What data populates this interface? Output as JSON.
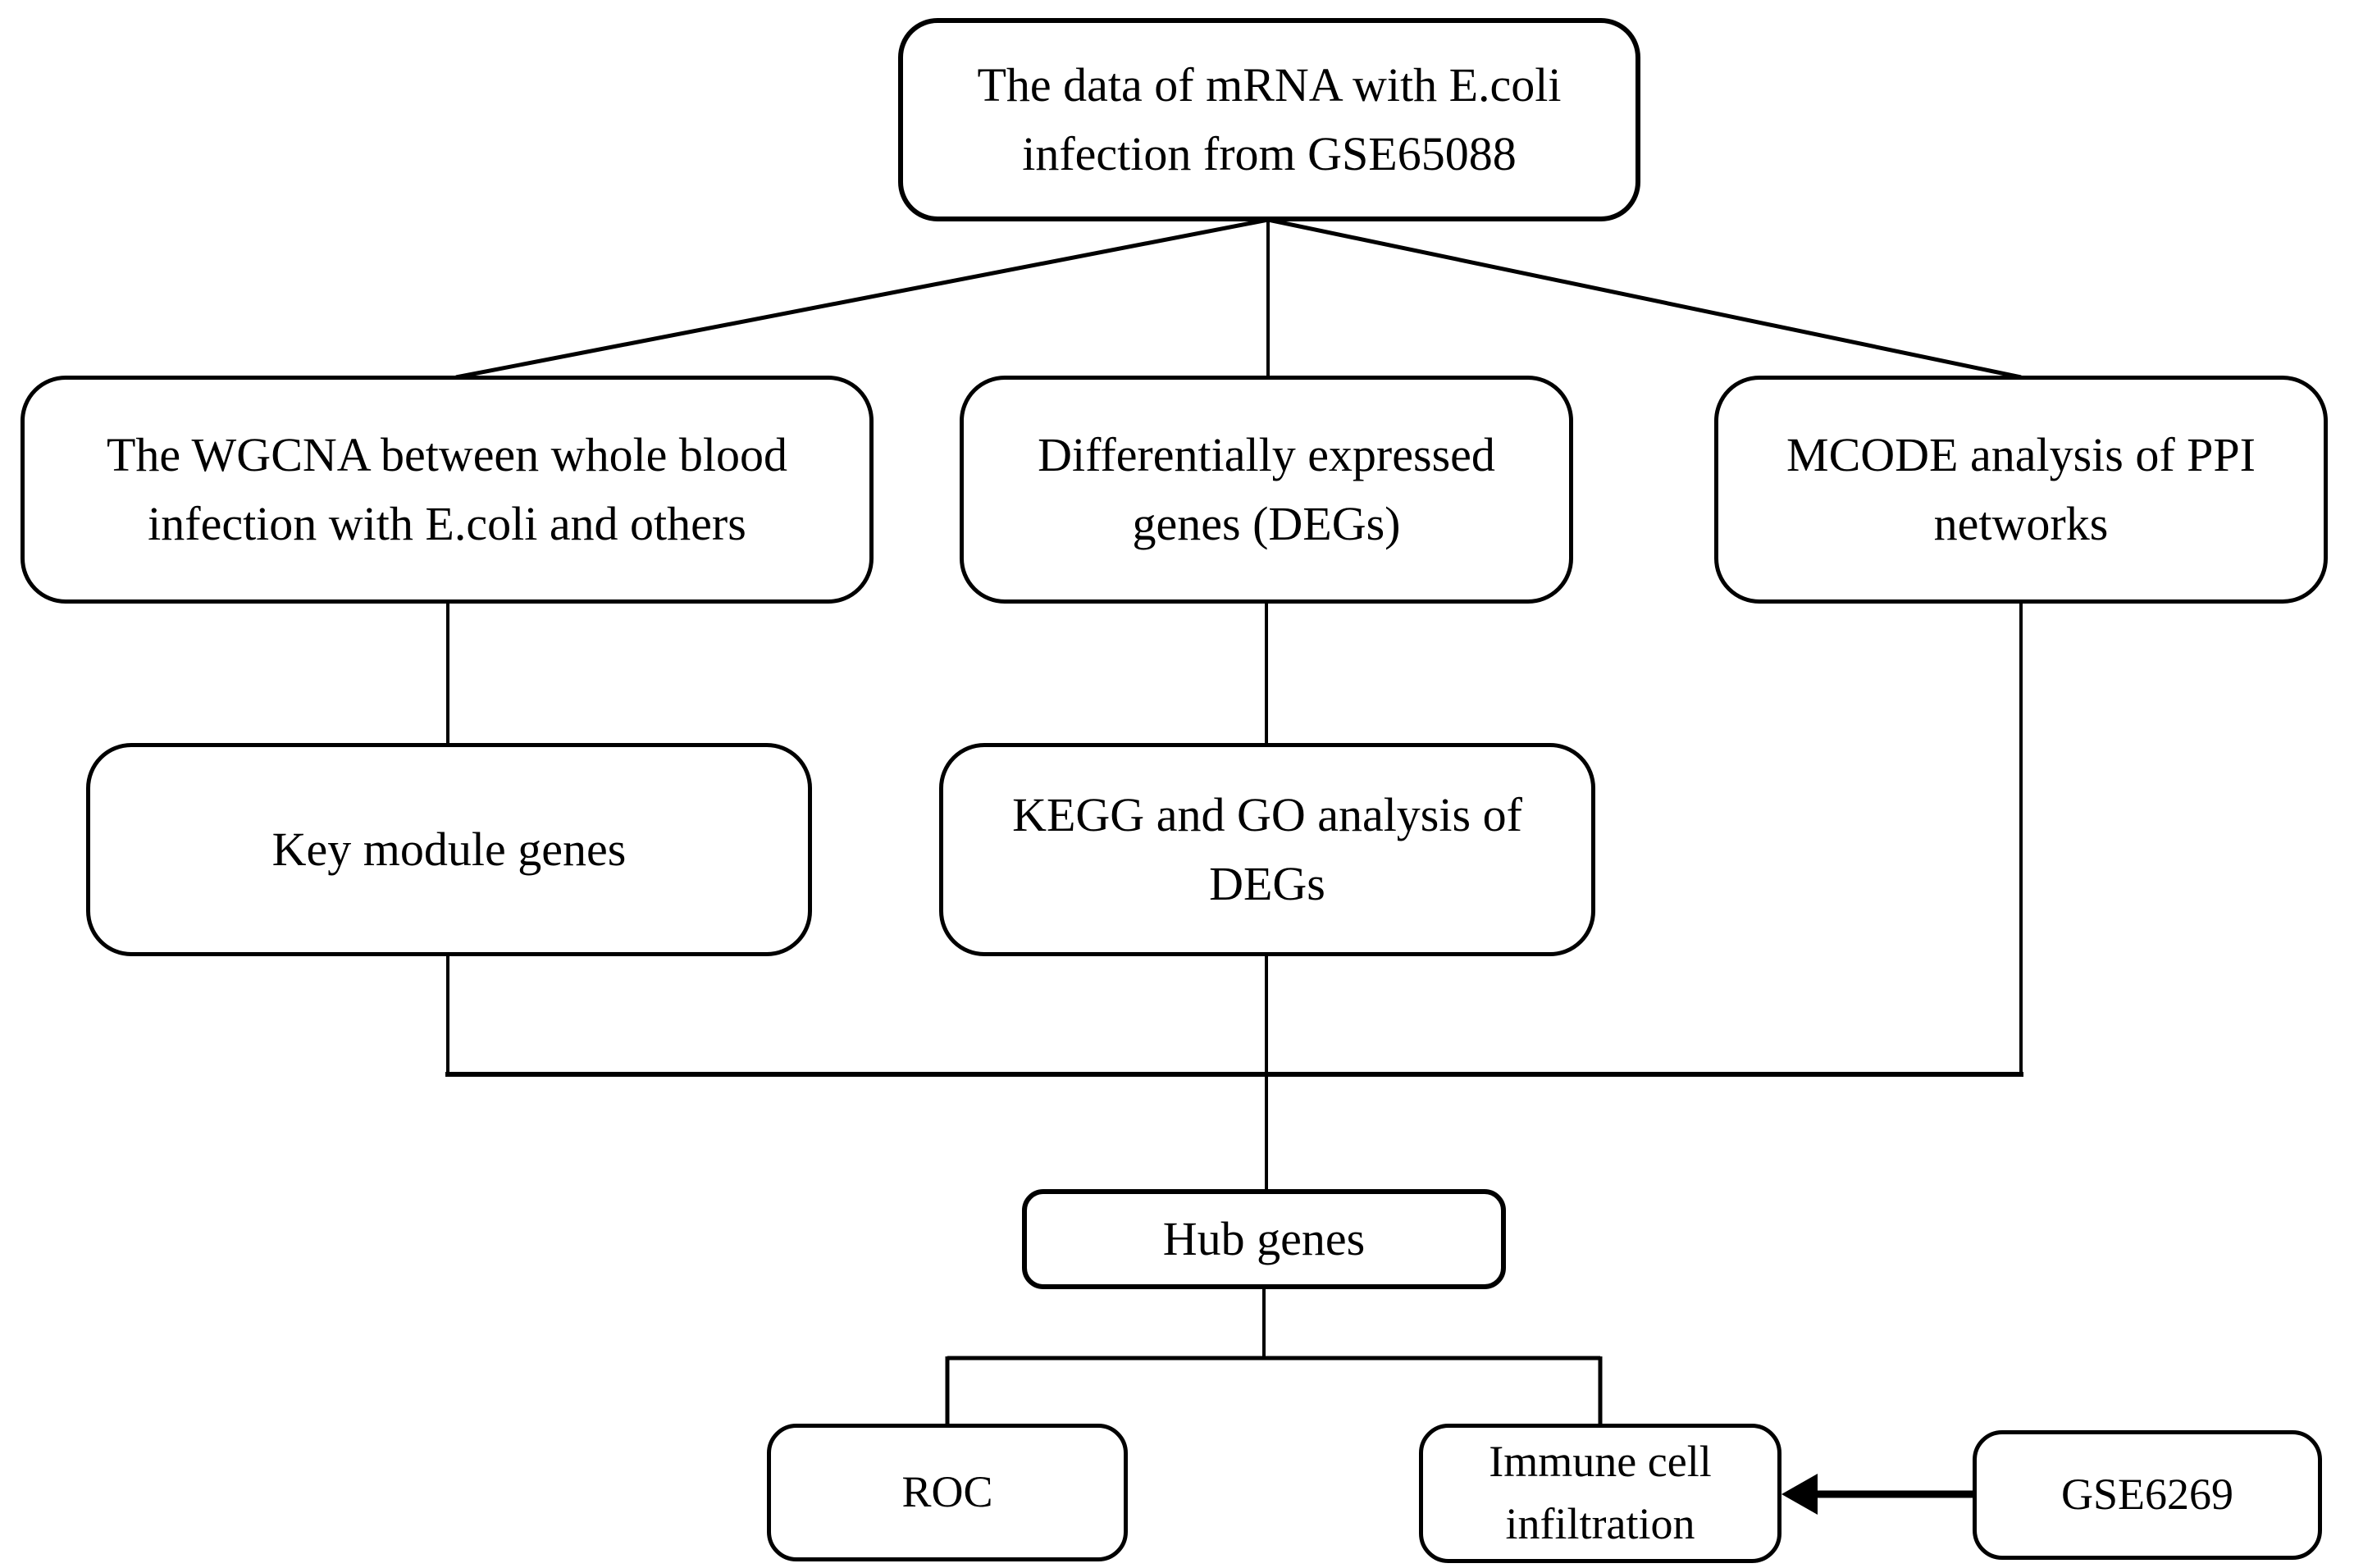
{
  "diagram": {
    "type": "flowchart",
    "background_color": "#ffffff",
    "line_color": "#000000",
    "box_border_color": "#000000",
    "text_color": "#000000",
    "nodes": {
      "source": {
        "label": "The data of mRNA with E.coli\ninfection from GSE65088"
      },
      "wgcna": {
        "label": "The WGCNA between whole blood\ninfection with E.coli and others"
      },
      "degs": {
        "label": "Differentially expressed\ngenes (DEGs)"
      },
      "mcode": {
        "label": "MCODE analysis of PPI\nnetworks"
      },
      "key_module": {
        "label": "Key module genes"
      },
      "kegg_go": {
        "label": "KEGG and GO analysis of\nDEGs"
      },
      "hub": {
        "label": "Hub genes"
      },
      "roc": {
        "label": "ROC"
      },
      "immune": {
        "label": "Immune cell\ninfiltration"
      },
      "gse6269": {
        "label": "GSE6269"
      }
    },
    "edges": [
      {
        "from": "source",
        "to": "wgcna",
        "style": "plain-line"
      },
      {
        "from": "source",
        "to": "degs",
        "style": "plain-line"
      },
      {
        "from": "source",
        "to": "mcode",
        "style": "plain-line"
      },
      {
        "from": "wgcna",
        "to": "key_module",
        "style": "plain-line"
      },
      {
        "from": "degs",
        "to": "kegg_go",
        "style": "plain-line"
      },
      {
        "from": "key_module",
        "to": "hub",
        "style": "plain-line"
      },
      {
        "from": "kegg_go",
        "to": "hub",
        "style": "plain-line"
      },
      {
        "from": "mcode",
        "to": "hub",
        "style": "plain-line"
      },
      {
        "from": "hub",
        "to": "roc",
        "style": "plain-line"
      },
      {
        "from": "hub",
        "to": "immune",
        "style": "plain-line"
      },
      {
        "from": "gse6269",
        "to": "immune",
        "style": "arrow"
      }
    ]
  }
}
